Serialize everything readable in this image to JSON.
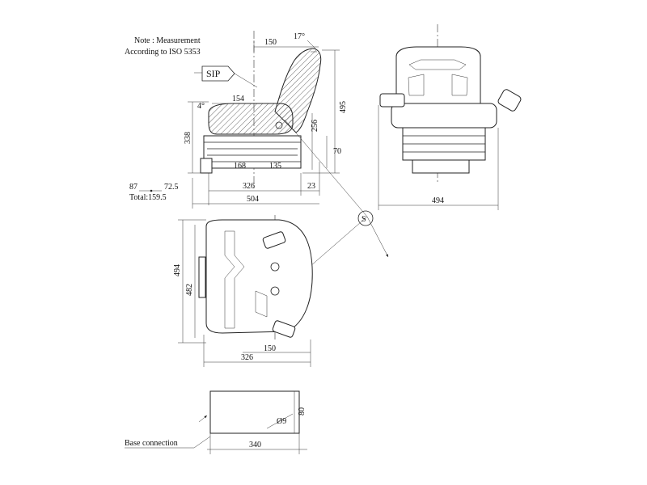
{
  "notes": {
    "line1": "Note : Measurement",
    "line2": "According to ISO 5353",
    "sip": "SIP",
    "s_marker": "S",
    "total_87": "87",
    "total_725": "72.5",
    "total_sum": "Total:159.5",
    "base_connection": "Base connection"
  },
  "side_view": {
    "d150": "150",
    "d17": "17°",
    "d154": "154",
    "d4": "4°",
    "d338": "338",
    "d256": "256",
    "d495": "495",
    "d70": "70",
    "d168": "168",
    "d135": "135",
    "d326": "326",
    "d23": "23",
    "d504": "504"
  },
  "front_view": {
    "d494": "494"
  },
  "top_view": {
    "d494": "494",
    "d482": "482",
    "d150": "150",
    "d326": "326"
  },
  "base_view": {
    "d80": "80",
    "d9": "Ø9",
    "d340": "340"
  }
}
